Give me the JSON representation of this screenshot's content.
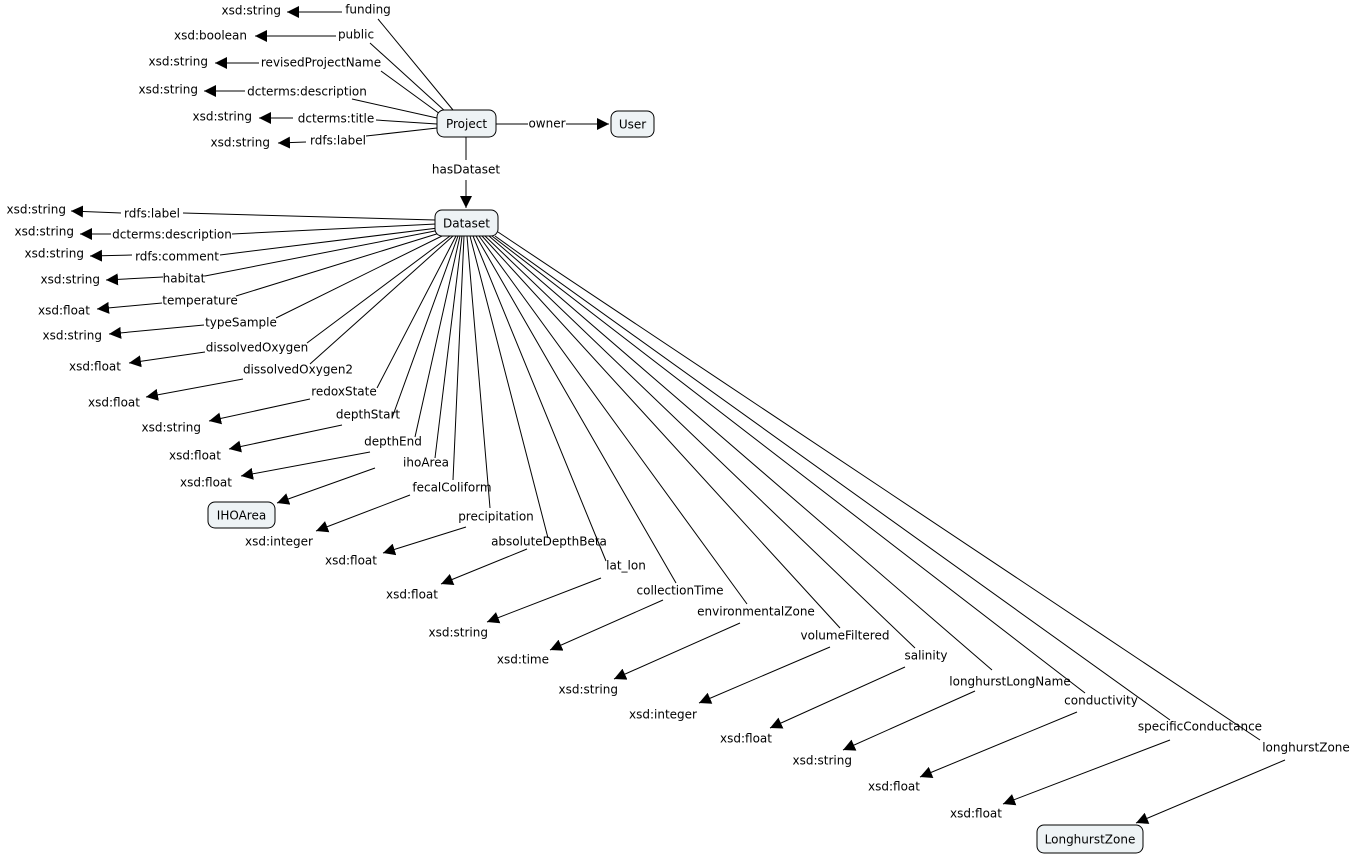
{
  "colors": {
    "node_fill": "#eef3f5",
    "node_stroke": "#000000",
    "line": "#000000",
    "background": "#ffffff"
  },
  "nodes": {
    "project": "Project",
    "user": "User",
    "dataset": "Dataset",
    "iho_area": "IHOArea",
    "longhurst_zone": "LonghurstZone"
  },
  "project_edges": [
    {
      "label": "funding",
      "target": "xsd:string"
    },
    {
      "label": "public",
      "target": "xsd:boolean"
    },
    {
      "label": "revisedProjectName",
      "target": "xsd:string"
    },
    {
      "label": "dcterms:description",
      "target": "xsd:string"
    },
    {
      "label": "dcterms:title",
      "target": "xsd:string"
    },
    {
      "label": "rdfs:label",
      "target": "xsd:string"
    },
    {
      "label": "owner",
      "target": "User"
    },
    {
      "label": "hasDataset",
      "target": "Dataset"
    }
  ],
  "dataset_edges": [
    {
      "label": "rdfs:label",
      "target": "xsd:string"
    },
    {
      "label": "dcterms:description",
      "target": "xsd:string"
    },
    {
      "label": "rdfs:comment",
      "target": "xsd:string"
    },
    {
      "label": "habitat",
      "target": "xsd:string"
    },
    {
      "label": "temperature",
      "target": "xsd:float"
    },
    {
      "label": "typeSample",
      "target": "xsd:string"
    },
    {
      "label": "dissolvedOxygen",
      "target": "xsd:float"
    },
    {
      "label": "dissolvedOxygen2",
      "target": "xsd:float"
    },
    {
      "label": "redoxState",
      "target": "xsd:string"
    },
    {
      "label": "depthStart",
      "target": "xsd:float"
    },
    {
      "label": "depthEnd",
      "target": "xsd:float"
    },
    {
      "label": "ihoArea",
      "target": "IHOArea"
    },
    {
      "label": "fecalColiform",
      "target": "xsd:integer"
    },
    {
      "label": "precipitation",
      "target": "xsd:float"
    },
    {
      "label": "absoluteDepthBeta",
      "target": "xsd:float"
    },
    {
      "label": "lat_lon",
      "target": "xsd:string"
    },
    {
      "label": "collectionTime",
      "target": "xsd:time"
    },
    {
      "label": "environmentalZone",
      "target": "xsd:string"
    },
    {
      "label": "volumeFiltered",
      "target": "xsd:integer"
    },
    {
      "label": "salinity",
      "target": "xsd:float"
    },
    {
      "label": "longhurstLongName",
      "target": "xsd:string"
    },
    {
      "label": "conductivity",
      "target": "xsd:float"
    },
    {
      "label": "specificConductance",
      "target": "xsd:float"
    },
    {
      "label": "longhurstZone",
      "target": "LonghurstZone"
    }
  ]
}
